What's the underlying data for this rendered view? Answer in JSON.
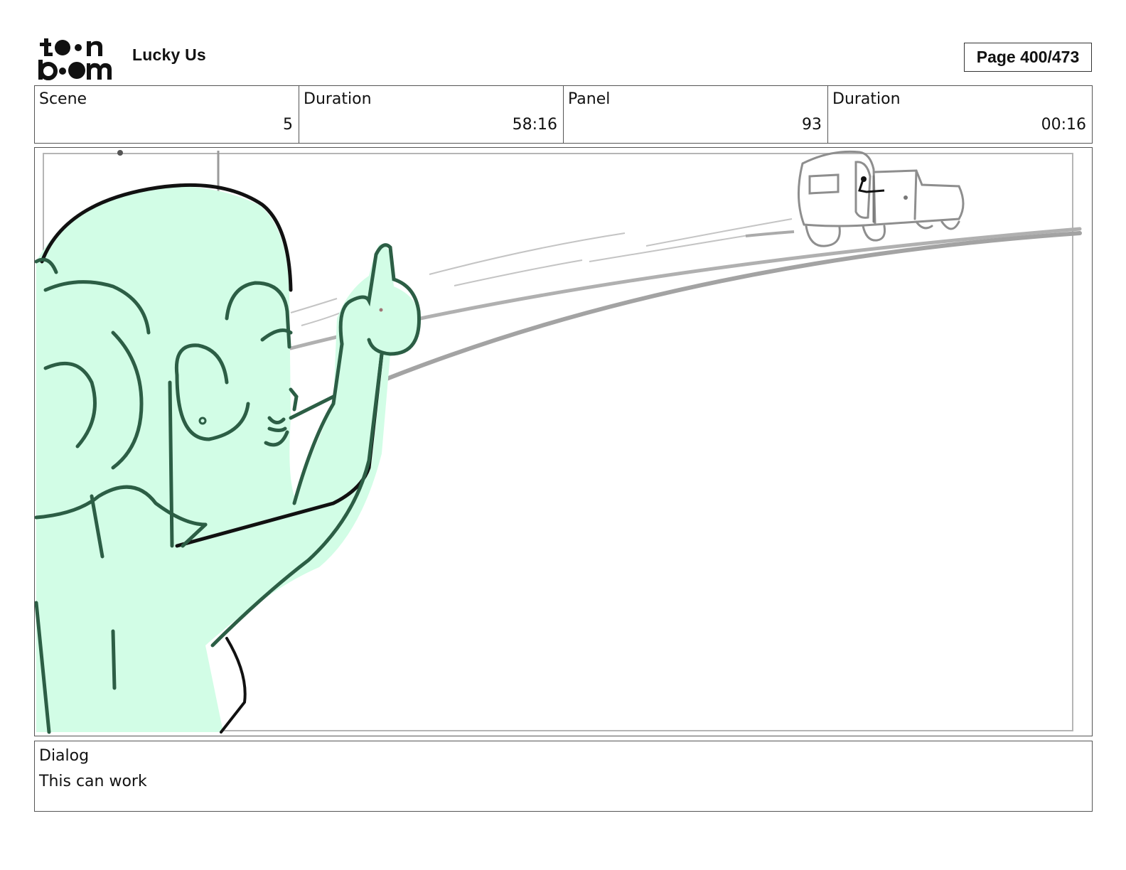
{
  "header": {
    "logo_text": "toon boom",
    "project_title": "Lucky Us",
    "page_counter": "Page 400/473"
  },
  "info": {
    "scene_label": "Scene",
    "scene_value": "5",
    "scene_duration_label": "Duration",
    "scene_duration_value": "58:16",
    "panel_label": "Panel",
    "panel_value": "93",
    "panel_duration_label": "Duration",
    "panel_duration_value": "00:16"
  },
  "dialog": {
    "label": "Dialog",
    "text": "This can work"
  },
  "colors": {
    "character_fill": "#d2fde6",
    "character_line": "#2c5e45",
    "sketch_gray": "#9a9a9a"
  }
}
